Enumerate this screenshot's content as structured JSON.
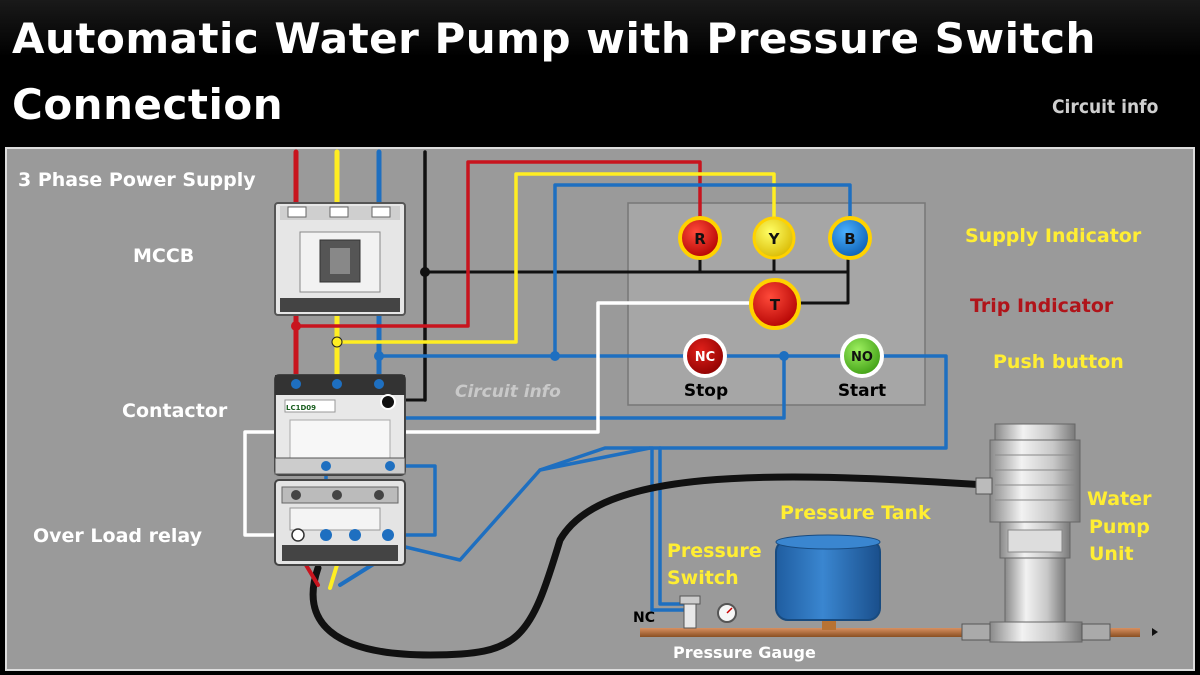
{
  "title": {
    "line1": "Automatic Water Pump  with Pressure Switch",
    "line2": "Connection",
    "watermark": "Circuit info"
  },
  "labels": {
    "power_supply": "3 Phase Power Supply",
    "mccb": "MCCB",
    "contactor": "Contactor",
    "overload_relay": "Over Load relay",
    "supply_indicator": "Supply Indicator",
    "trip_indicator": "Trip Indicator",
    "push_button": "Push button",
    "pressure_tank": "Pressure Tank",
    "pressure_switch_1": "Pressure",
    "pressure_switch_2": "Switch",
    "pressure_gauge": "Pressure Gauge",
    "water_pump_1": "Water",
    "water_pump_2": "Pump",
    "water_pump_3": "Unit",
    "nc_terminal": "NC",
    "watermark_center": "Circuit info"
  },
  "indicators": {
    "r": "R",
    "y": "Y",
    "b": "B",
    "t": "T"
  },
  "buttons": {
    "nc": "NC",
    "no": "NO",
    "stop": "Stop",
    "start": "Start"
  },
  "contactor_model": "LC1D09",
  "colors": {
    "background": "#9a9a9a",
    "label_white": "#ffffff",
    "label_yellow": "#ffee33",
    "label_red": "#b0141a",
    "wire_red": "#c8141e",
    "wire_yellow": "#ffee22",
    "wire_blue": "#1e6fc0",
    "wire_black": "#111111",
    "wire_white": "#ffffff",
    "tank_blue": "#2b6fb6",
    "pipe_copper": "#b87333"
  }
}
